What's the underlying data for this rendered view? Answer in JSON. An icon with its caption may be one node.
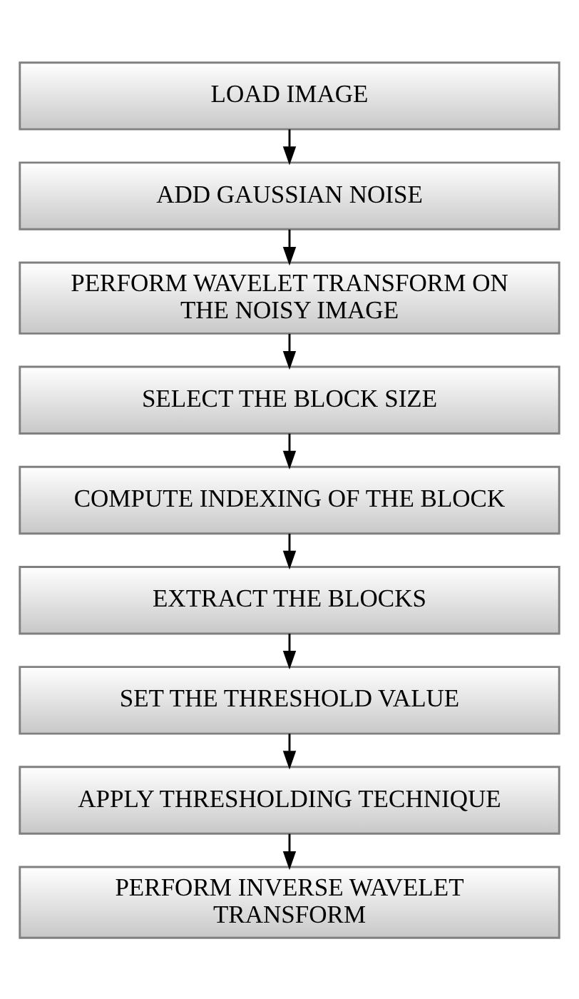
{
  "diagram": {
    "nodes": [
      {
        "text": [
          "LOAD IMAGE"
        ]
      },
      {
        "text": [
          "ADD GAUSSIAN NOISE"
        ]
      },
      {
        "text": [
          "PERFORM WAVELET TRANSFORM ON THE NOISY IMAGE"
        ]
      },
      {
        "text": [
          "SELECT THE BLOCK SIZE"
        ]
      },
      {
        "text": [
          "COMPUTE INDEXING OF THE BLOCK"
        ]
      },
      {
        "text": [
          "EXTRACT THE BLOCKS"
        ]
      },
      {
        "text": [
          "SET THE THRESHOLD VALUE"
        ]
      },
      {
        "text": [
          "APPLY THRESHOLDING TECHNIQUE"
        ]
      },
      {
        "text": [
          "PERFORM INVERSE WAVELET TRANSFORM"
        ]
      }
    ],
    "edges": [
      {
        "from": 0,
        "to": 1,
        "arrow": "to"
      },
      {
        "from": 1,
        "to": 2,
        "arrow": "to"
      },
      {
        "from": 2,
        "to": 3,
        "arrow": "to"
      },
      {
        "from": 3,
        "to": 4,
        "arrow": "to"
      },
      {
        "from": 4,
        "to": 5,
        "arrow": "to"
      },
      {
        "from": 5,
        "to": 6,
        "arrow": "to"
      },
      {
        "from": 6,
        "to": 7,
        "arrow": "to"
      },
      {
        "from": 7,
        "to": 8,
        "arrow": "to"
      }
    ]
  }
}
